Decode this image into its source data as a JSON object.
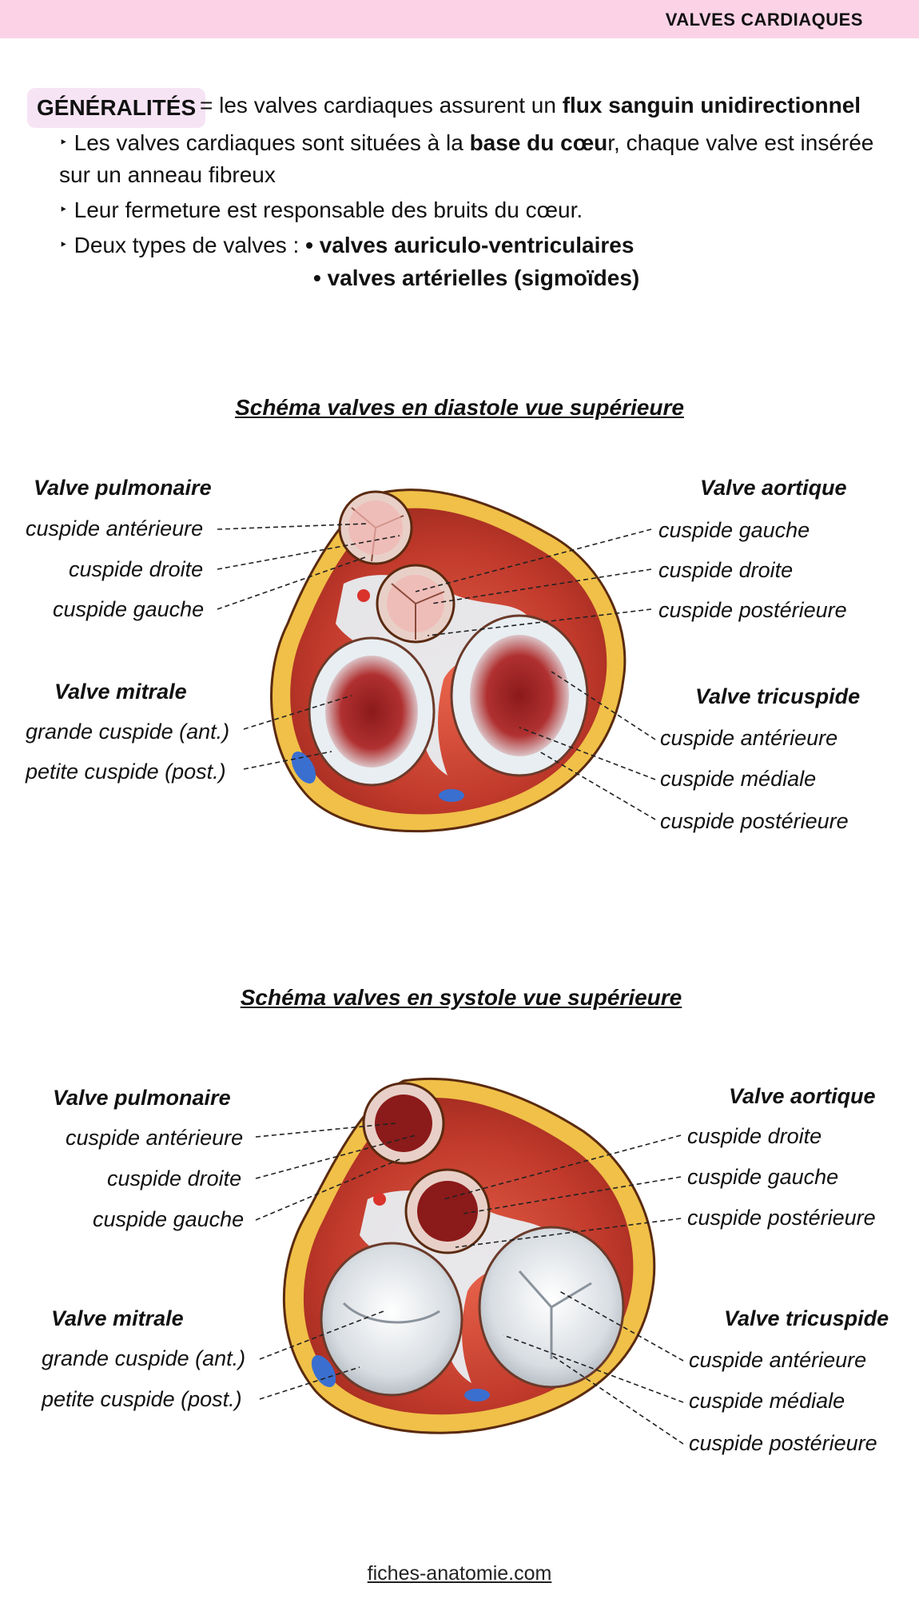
{
  "header": {
    "title": "VALVES CARDIAQUES"
  },
  "generalites": {
    "badge": "GÉNÉRALITÉS",
    "intro_prefix": "= les valves cardiaques assurent un ",
    "intro_bold": "flux sanguin unidirectionnel",
    "bullet_marker": "‣",
    "b1_prefix": "Les valves cardiaques sont situées à la ",
    "b1_bold": "base du cœu",
    "b1_suffix": "r, chaque valve est insérée sur un anneau fibreux",
    "b2": "Leur fermeture est responsable des bruits du cœur.",
    "b3_prefix": "Deux types de valves : ",
    "b3_bold": "• valves auriculo-ventriculaires",
    "b4_bold": "• valves artérielles (sigmoïdes)"
  },
  "diagram1": {
    "title": "Schéma valves en diastole vue supérieure",
    "pulmonaire": {
      "title": "Valve pulmonaire",
      "c1": "cuspide antérieure",
      "c2": "cuspide droite",
      "c3": "cuspide gauche"
    },
    "aortique": {
      "title": "Valve aortique",
      "c1": "cuspide gauche",
      "c2": "cuspide droite",
      "c3": "cuspide postérieure"
    },
    "mitrale": {
      "title": "Valve mitrale",
      "c1": "grande cuspide (ant.)",
      "c2": "petite cuspide (post.)"
    },
    "tricuspide": {
      "title": "Valve tricuspide",
      "c1": "cuspide antérieure",
      "c2": "cuspide médiale",
      "c3": "cuspide postérieure"
    }
  },
  "diagram2": {
    "title": "Schéma valves en systole vue supérieure",
    "pulmonaire": {
      "title": "Valve pulmonaire",
      "c1": "cuspide antérieure",
      "c2": "cuspide droite",
      "c3": "cuspide gauche"
    },
    "aortique": {
      "title": "Valve aortique",
      "c1": "cuspide droite",
      "c2": "cuspide gauche",
      "c3": "cuspide postérieure"
    },
    "mitrale": {
      "title": "Valve mitrale",
      "c1": "grande cuspide (ant.)",
      "c2": "petite cuspide (post.)"
    },
    "tricuspide": {
      "title": "Valve tricuspide",
      "c1": "cuspide antérieure",
      "c2": "cuspide médiale",
      "c3": "cuspide postérieure"
    }
  },
  "footer": {
    "site": "fiches-anatomie.com"
  },
  "colors": {
    "header_band": "#fcd3e6",
    "badge_bg": "#f6e4f5",
    "muscle": "#c0392b",
    "muscle_light": "#e8634a",
    "fat": "#f0c048",
    "fibrous": "#e8eef2",
    "cusp_pink": "#f2b5b0",
    "cusp_dark": "#8b1a1a"
  }
}
